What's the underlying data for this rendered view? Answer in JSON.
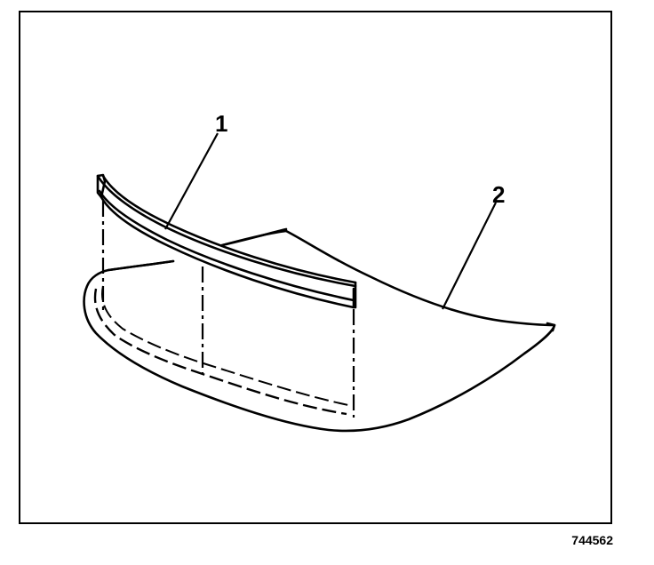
{
  "callouts": {
    "trim_strip": "1",
    "panel": "2"
  },
  "figure_id": "744562",
  "colors": {
    "line": "#000000",
    "background": "#ffffff"
  }
}
